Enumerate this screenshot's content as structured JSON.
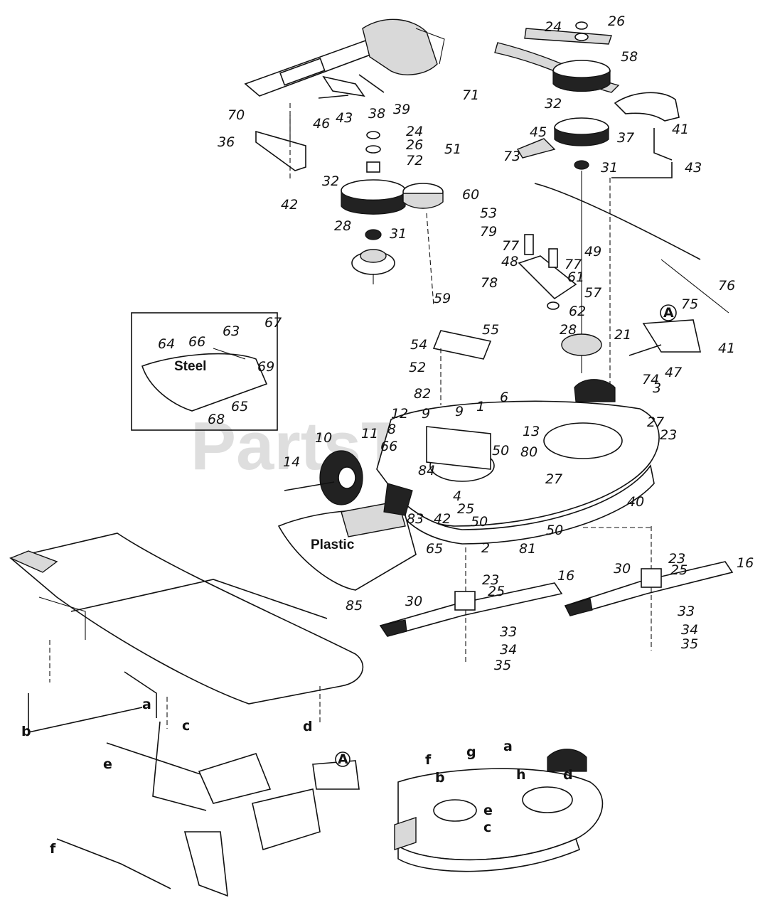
{
  "watermark": {
    "text": "PartsTree",
    "trademark": "™"
  },
  "materials": {
    "steel": "Steel",
    "plastic": "Plastic"
  },
  "callout": {
    "circled": "A"
  },
  "part_labels": [
    {
      "id": "24a",
      "text": "24"
    },
    {
      "id": "26a",
      "text": "26"
    },
    {
      "id": "58",
      "text": "58"
    },
    {
      "id": "71",
      "text": "71"
    },
    {
      "id": "32a",
      "text": "32"
    },
    {
      "id": "45",
      "text": "45"
    },
    {
      "id": "37",
      "text": "37"
    },
    {
      "id": "41a",
      "text": "41"
    },
    {
      "id": "43a",
      "text": "43"
    },
    {
      "id": "31a",
      "text": "31"
    },
    {
      "id": "73",
      "text": "73"
    },
    {
      "id": "70",
      "text": "70"
    },
    {
      "id": "36",
      "text": "36"
    },
    {
      "id": "46",
      "text": "46"
    },
    {
      "id": "43b",
      "text": "43"
    },
    {
      "id": "38",
      "text": "38"
    },
    {
      "id": "39",
      "text": "39"
    },
    {
      "id": "42a",
      "text": "42"
    },
    {
      "id": "24b",
      "text": "24"
    },
    {
      "id": "26b",
      "text": "26"
    },
    {
      "id": "72",
      "text": "72"
    },
    {
      "id": "51",
      "text": "51"
    },
    {
      "id": "32b",
      "text": "32"
    },
    {
      "id": "60",
      "text": "60"
    },
    {
      "id": "28a",
      "text": "28"
    },
    {
      "id": "31b",
      "text": "31"
    },
    {
      "id": "53",
      "text": "53"
    },
    {
      "id": "79",
      "text": "79"
    },
    {
      "id": "77a",
      "text": "77"
    },
    {
      "id": "49",
      "text": "49"
    },
    {
      "id": "77b",
      "text": "77"
    },
    {
      "id": "48",
      "text": "48"
    },
    {
      "id": "61",
      "text": "61"
    },
    {
      "id": "57",
      "text": "57"
    },
    {
      "id": "78",
      "text": "78"
    },
    {
      "id": "62",
      "text": "62"
    },
    {
      "id": "76",
      "text": "76"
    },
    {
      "id": "75",
      "text": "75"
    },
    {
      "id": "41b",
      "text": "41"
    },
    {
      "id": "47",
      "text": "47"
    },
    {
      "id": "74",
      "text": "74"
    },
    {
      "id": "3",
      "text": "3"
    },
    {
      "id": "28b",
      "text": "28"
    },
    {
      "id": "21",
      "text": "21"
    },
    {
      "id": "59",
      "text": "59"
    },
    {
      "id": "55",
      "text": "55"
    },
    {
      "id": "54",
      "text": "54"
    },
    {
      "id": "52",
      "text": "52"
    },
    {
      "id": "67",
      "text": "67"
    },
    {
      "id": "63",
      "text": "63"
    },
    {
      "id": "64",
      "text": "64"
    },
    {
      "id": "66a",
      "text": "66"
    },
    {
      "id": "69",
      "text": "69"
    },
    {
      "id": "68",
      "text": "68"
    },
    {
      "id": "65a",
      "text": "65"
    },
    {
      "id": "82",
      "text": "82"
    },
    {
      "id": "6",
      "text": "6"
    },
    {
      "id": "12",
      "text": "12"
    },
    {
      "id": "9a",
      "text": "9"
    },
    {
      "id": "9b",
      "text": "9"
    },
    {
      "id": "1",
      "text": "1"
    },
    {
      "id": "13",
      "text": "13"
    },
    {
      "id": "27a",
      "text": "27"
    },
    {
      "id": "23a",
      "text": "23"
    },
    {
      "id": "8",
      "text": "8"
    },
    {
      "id": "10",
      "text": "10"
    },
    {
      "id": "11",
      "text": "11"
    },
    {
      "id": "66b",
      "text": "66"
    },
    {
      "id": "50a",
      "text": "50"
    },
    {
      "id": "80",
      "text": "80"
    },
    {
      "id": "27b",
      "text": "27"
    },
    {
      "id": "14",
      "text": "14"
    },
    {
      "id": "84",
      "text": "84"
    },
    {
      "id": "4",
      "text": "4"
    },
    {
      "id": "25a",
      "text": "25"
    },
    {
      "id": "40",
      "text": "40"
    },
    {
      "id": "42b",
      "text": "42"
    },
    {
      "id": "83",
      "text": "83"
    },
    {
      "id": "50b",
      "text": "50"
    },
    {
      "id": "50c",
      "text": "50"
    },
    {
      "id": "65b",
      "text": "65"
    },
    {
      "id": "2",
      "text": "2"
    },
    {
      "id": "81",
      "text": "81"
    },
    {
      "id": "85",
      "text": "85"
    },
    {
      "id": "23b",
      "text": "23"
    },
    {
      "id": "16a",
      "text": "16"
    },
    {
      "id": "30a",
      "text": "30"
    },
    {
      "id": "25b",
      "text": "25"
    },
    {
      "id": "33a",
      "text": "33"
    },
    {
      "id": "34a",
      "text": "34"
    },
    {
      "id": "35a",
      "text": "35"
    },
    {
      "id": "23c",
      "text": "23"
    },
    {
      "id": "30b",
      "text": "30"
    },
    {
      "id": "25c",
      "text": "25"
    },
    {
      "id": "16b",
      "text": "16"
    },
    {
      "id": "33b",
      "text": "33"
    },
    {
      "id": "34b",
      "text": "34"
    },
    {
      "id": "35b",
      "text": "35"
    }
  ],
  "letter_labels": [
    {
      "id": "b1",
      "text": "b"
    },
    {
      "id": "a1",
      "text": "a"
    },
    {
      "id": "c1",
      "text": "c"
    },
    {
      "id": "d1",
      "text": "d"
    },
    {
      "id": "e1",
      "text": "e"
    },
    {
      "id": "f1",
      "text": "f"
    },
    {
      "id": "f2",
      "text": "f"
    },
    {
      "id": "g2",
      "text": "g"
    },
    {
      "id": "a2",
      "text": "a"
    },
    {
      "id": "b2",
      "text": "b"
    },
    {
      "id": "e2",
      "text": "e"
    },
    {
      "id": "h2",
      "text": "h"
    },
    {
      "id": "d2",
      "text": "d"
    },
    {
      "id": "c2",
      "text": "c"
    }
  ]
}
